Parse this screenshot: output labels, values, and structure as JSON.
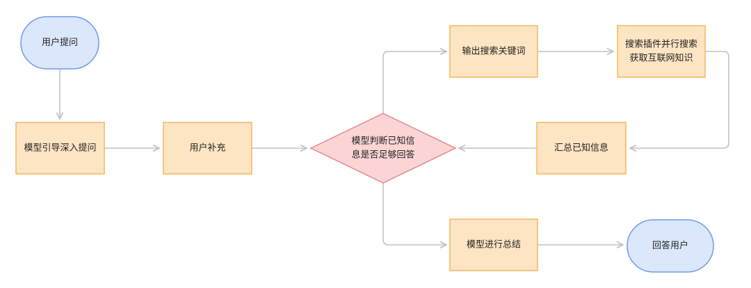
{
  "colors": {
    "terminal_fill": "#dbe7fb",
    "terminal_stroke": "#6d9ae8",
    "process_fill": "#fde4c2",
    "process_stroke": "#f2b860",
    "decision_fill": "#fbd5d5",
    "decision_stroke": "#e8888a",
    "connector": "#c2c2c2",
    "text": "#222222"
  },
  "nodes": {
    "user_question": {
      "lines": [
        "用户提问"
      ]
    },
    "model_guide": {
      "lines": [
        "模型引导深入提问"
      ]
    },
    "user_supplement": {
      "lines": [
        "用户补充"
      ]
    },
    "decision": {
      "lines": [
        "模型判断已知信",
        "息是否足够回答"
      ]
    },
    "output_keywords": {
      "lines": [
        "输出搜索关键词"
      ]
    },
    "search_plugin": {
      "lines": [
        "搜索插件并行搜索",
        "获取互联网知识"
      ]
    },
    "aggregate_info": {
      "lines": [
        "汇总已知信息"
      ]
    },
    "model_summary": {
      "lines": [
        "模型进行总结"
      ]
    },
    "answer_user": {
      "lines": [
        "回答用户"
      ]
    }
  }
}
